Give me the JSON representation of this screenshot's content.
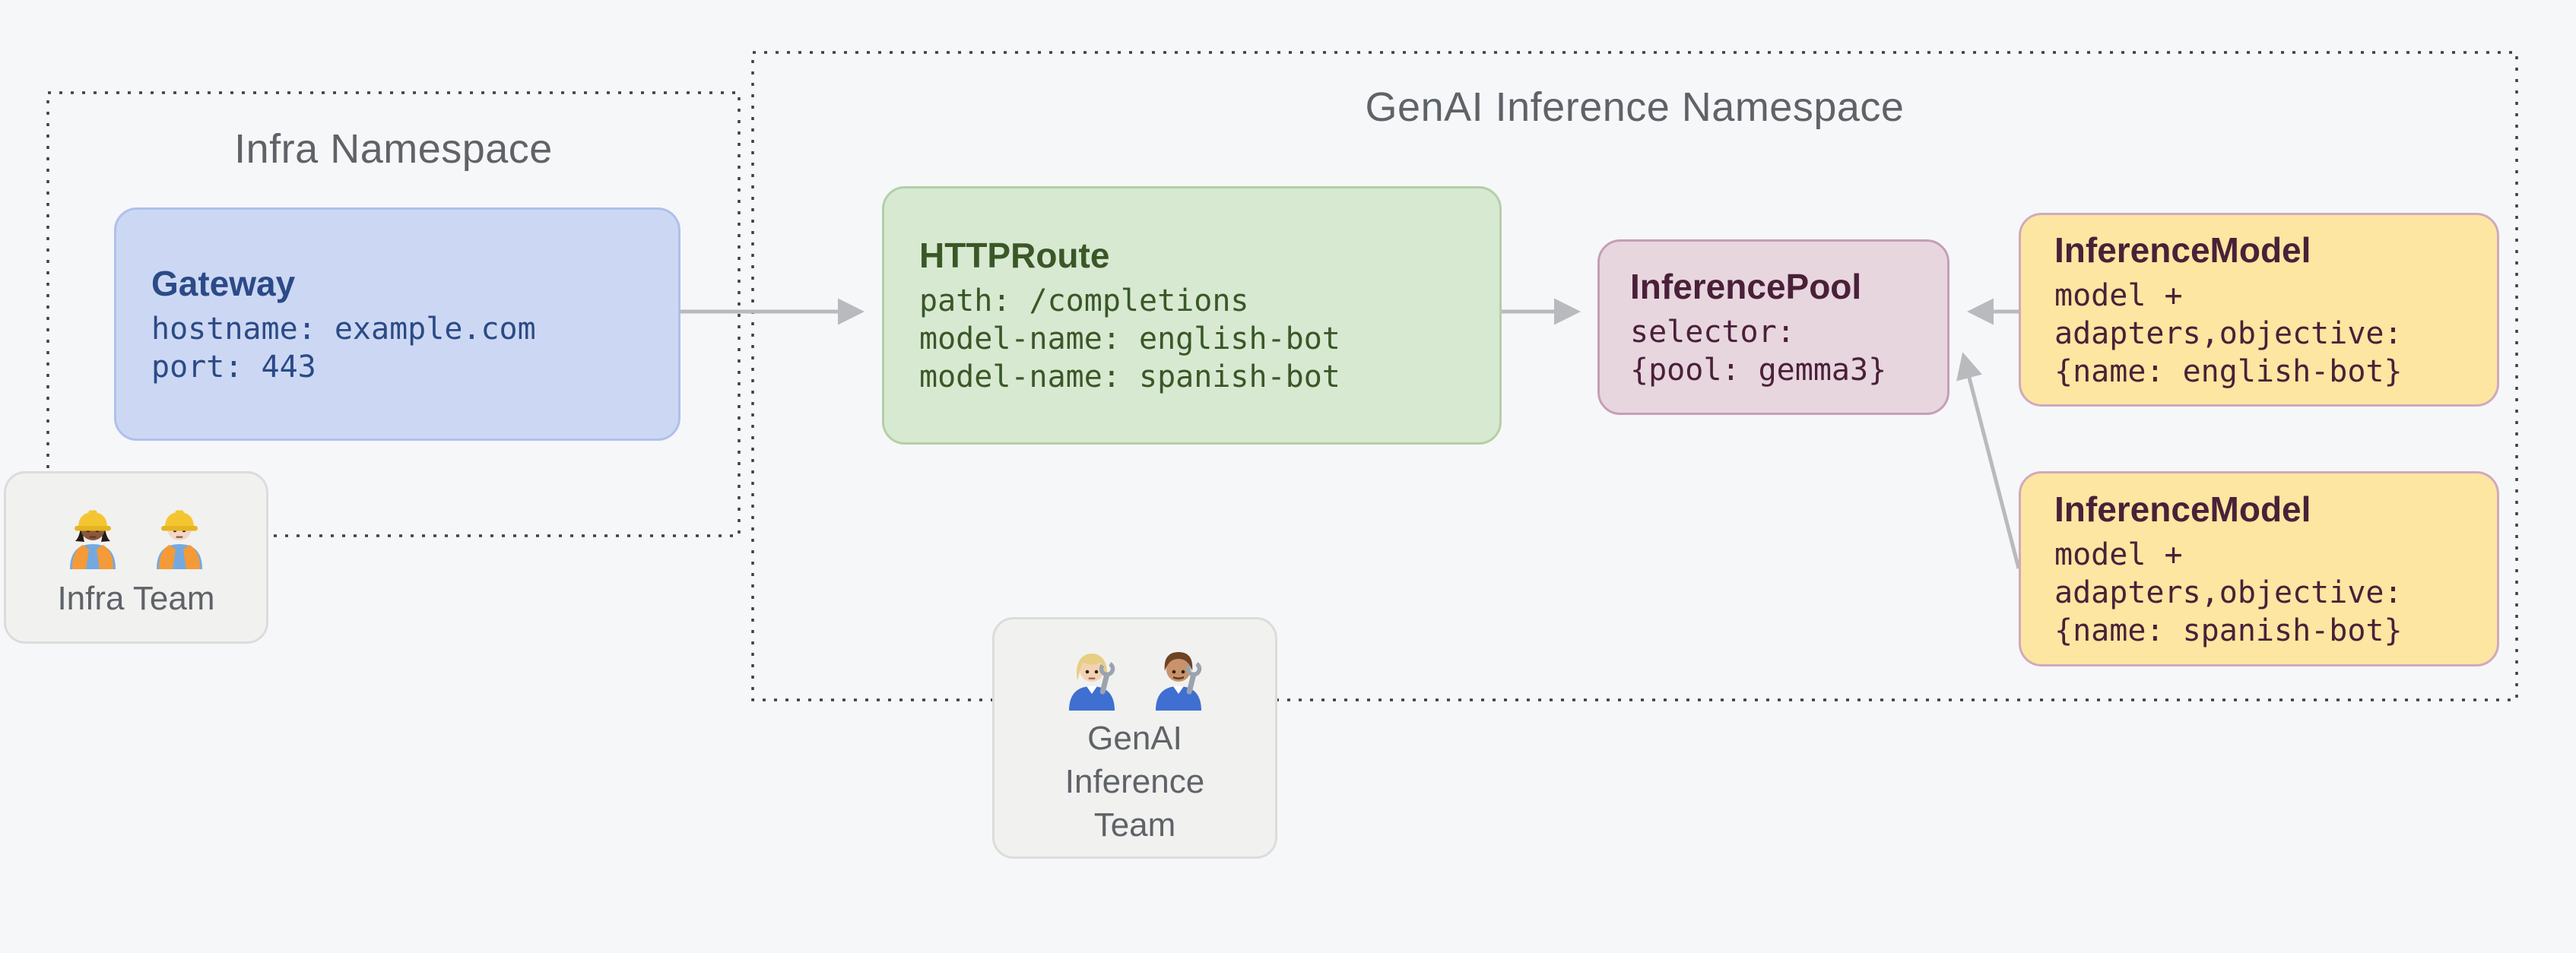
{
  "namespaces": {
    "infra": {
      "title": "Infra Namespace"
    },
    "genai": {
      "title": "GenAI Inference Namespace"
    }
  },
  "nodes": {
    "gateway": {
      "title": "Gateway",
      "lines": [
        "hostname: example.com",
        "port: 443"
      ]
    },
    "httproute": {
      "title": "HTTPRoute",
      "lines": [
        "path: /completions",
        "model-name: english-bot",
        "model-name: spanish-bot"
      ]
    },
    "inference_pool": {
      "title": "InferencePool",
      "lines": [
        "selector:",
        "{pool: gemma3}"
      ]
    },
    "inference_model_english": {
      "title": "InferenceModel",
      "lines": [
        "model +",
        "adapters,objective:",
        "{name: english-bot}"
      ]
    },
    "inference_model_spanish": {
      "title": "InferenceModel",
      "lines": [
        "model +",
        "adapters,objective:",
        "{name: spanish-bot}"
      ]
    }
  },
  "teams": {
    "infra": {
      "label": "Infra Team",
      "icons": [
        "woman-construction-worker-icon",
        "man-construction-worker-icon"
      ]
    },
    "genai": {
      "label_lines": [
        "GenAI",
        "Inference",
        "Team"
      ],
      "icons": [
        "woman-mechanic-icon",
        "man-mechanic-icon"
      ]
    }
  },
  "colors": {
    "background": "#f6f7f9",
    "namespace_border": "#3f3f3f",
    "namespace_title": "#5f6368",
    "arrow": "#b9babd",
    "gateway_fill": "#ccd8f3",
    "gateway_border": "#aec0ec",
    "gateway_text": "#2b4a87",
    "httproute_fill": "#d8e9d1",
    "httproute_border": "#b3cfa7",
    "httproute_text": "#3a5728",
    "inference_pool_fill": "#e8d6df",
    "inference_pool_border": "#c49fb5",
    "inference_pool_text": "#4a2039",
    "inference_model_fill": "#fce6a1",
    "inference_model_border": "#d0a9bd",
    "inference_model_text": "#4a2039",
    "team_fill": "#f1f1f0",
    "team_border": "#dcdcda",
    "team_text": "#5f6368"
  }
}
